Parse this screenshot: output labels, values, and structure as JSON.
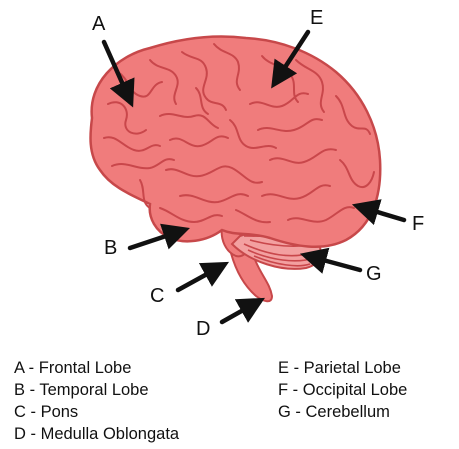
{
  "colors": {
    "brain_fill": "#F07C7C",
    "brain_outline": "#C7484A",
    "gyri_lines": "#C9474B",
    "cerebellum_fill": "#F3A0A0",
    "arrow": "#111111"
  },
  "callouts": {
    "a": "A",
    "b": "B",
    "c": "C",
    "d": "D",
    "e": "E",
    "f": "F",
    "g": "G"
  },
  "legend": {
    "left": [
      "A - Frontal Lobe",
      "B - Temporal Lobe",
      "C - Pons",
      "D - Medulla Oblongata"
    ],
    "right": [
      "E - Parietal Lobe",
      "F - Occipital Lobe",
      "G - Cerebellum"
    ]
  }
}
